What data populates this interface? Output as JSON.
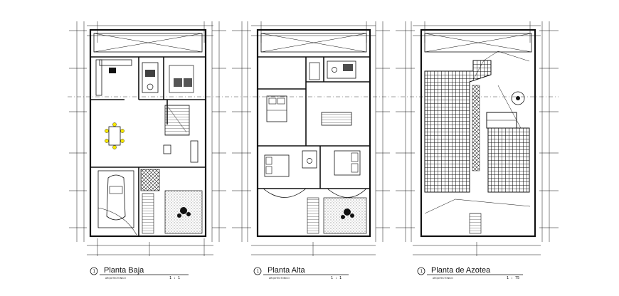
{
  "plans": [
    {
      "title": "Planta Baja",
      "subtitle": "ARQUITECTONICO",
      "scale": "1 : 1",
      "marker": "1"
    },
    {
      "title": "Planta Alta",
      "subtitle": "ARQUITECTONICO",
      "scale": "1 : 1",
      "marker": "1"
    },
    {
      "title": "Planta de Azotea",
      "subtitle": "ARQUITECTONICO",
      "scale": "1 : 75",
      "marker": "1"
    }
  ]
}
